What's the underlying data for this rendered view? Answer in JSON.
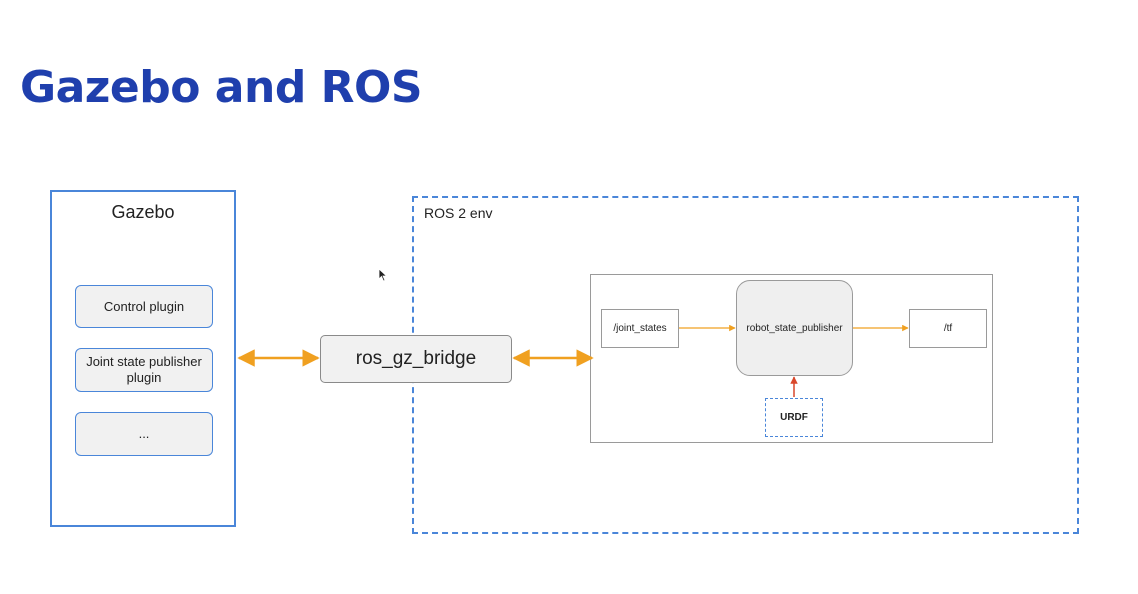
{
  "slide": {
    "title": "Gazebo and ROS"
  },
  "gazebo": {
    "label": "Gazebo",
    "plugins": [
      "Control plugin",
      "Joint state publisher plugin",
      "..."
    ]
  },
  "bridge": {
    "label": "ros_gz_bridge"
  },
  "ros_env": {
    "label": "ROS 2 env",
    "joint_states": "/joint_states",
    "robot_state_publisher": "robot_state_publisher",
    "tf": "/tf",
    "urdf": "URDF"
  },
  "colors": {
    "title": "#1f3fad",
    "frame_blue": "#4a86d9",
    "bidirectional_arrow": "#f0a020",
    "data_flow_arrow": "#f0a020",
    "urdf_arrow": "#d9472b"
  }
}
